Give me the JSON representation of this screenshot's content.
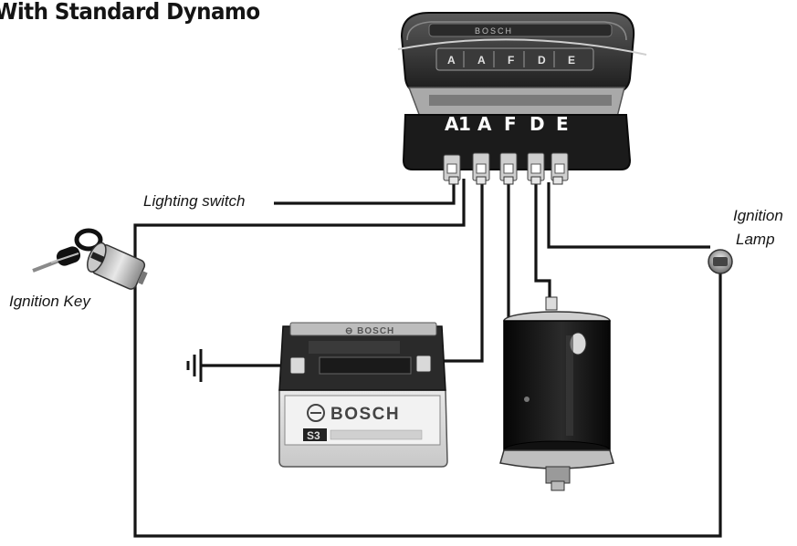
{
  "title": "With Standard Dynamo",
  "regulator": {
    "brand_text": "BOSCH",
    "cap_letters": [
      "A",
      "A",
      "F",
      "D",
      "E"
    ],
    "terminals": [
      "A1",
      "A",
      "F",
      "D",
      "E"
    ]
  },
  "labels": {
    "lighting_switch": "Lighting switch",
    "ignition_key": "Ignition Key",
    "ignition_lamp_line1": "Ignition",
    "ignition_lamp_line2": "Lamp"
  },
  "battery": {
    "brand": "BOSCH",
    "model": "S3"
  },
  "colors": {
    "wire": "#141414",
    "regulator_body": "#1b1b1b",
    "battery_top": "#2a2a2a",
    "battery_label": "#d8d8d8",
    "dynamo_body": "#111111"
  }
}
